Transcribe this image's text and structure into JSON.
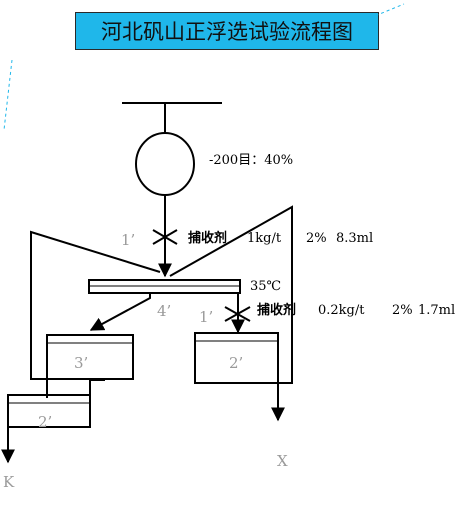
{
  "title": "河北矾山正浮选试验流程图",
  "grinding": {
    "label": "-200目：40%"
  },
  "stage1": {
    "number": "1’",
    "reagent": "捕收剂",
    "dose": "1kg/t",
    "conc": "2%",
    "volume": "8.3ml"
  },
  "temperature": "35℃",
  "stage2": {
    "number": "1’",
    "reagent": "捕收剂",
    "dose": "0.2kg/t",
    "conc": "2%",
    "volume": "1.7ml"
  },
  "cells": {
    "flow_4": "4’",
    "cell_left": "3’",
    "cell_right": "2’",
    "cell_bottom": "2’"
  },
  "outputs": {
    "left": "K",
    "right": "X"
  },
  "colors": {
    "title_bg": "#1fb7ea",
    "line": "#000000",
    "label_gray": "#9a9a9a"
  }
}
